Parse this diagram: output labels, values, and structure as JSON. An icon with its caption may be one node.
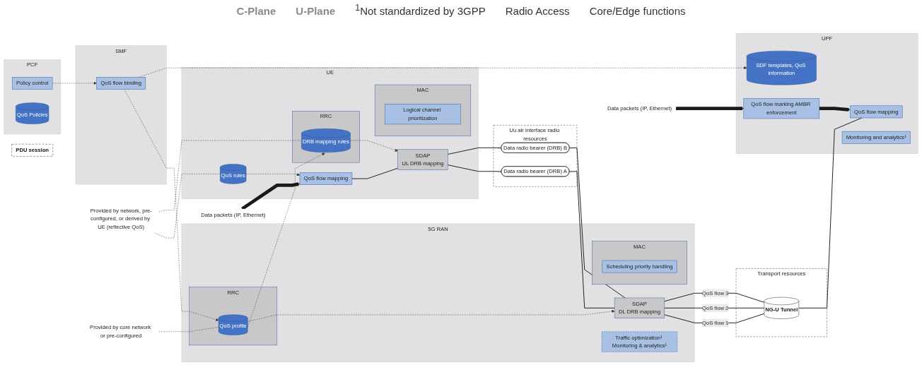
{
  "diagram": {
    "nodes": [
      {
        "text": [
          "Provided by network, pre-configured, or derived by UE (reflective QoS)"
        ]
      },
      {
        "text": [
          "UE"
        ]
      },
      {
        "text": [
          "QoS rules"
        ],
        "in": 1
      },
      {
        "text": [
          "RRC"
        ],
        "in": 1
      },
      {
        "text": [
          "DRB mapping rules"
        ],
        "in": 3
      },
      {
        "text": [
          "QoS flow mapping"
        ],
        "in": 1
      },
      {
        "text": [
          "SDAP",
          "UL DRB mapping"
        ],
        "in": 1
      },
      {
        "text": [
          "MAC"
        ],
        "in": 1
      },
      {
        "text": [
          "Logical channel prioritization"
        ],
        "in": 7
      },
      {
        "text": [
          "Provided by core network or pre-configured"
        ]
      },
      {
        "text": [
          "5G RAN"
        ]
      },
      {
        "text": [
          "RRC"
        ],
        "in": 10
      },
      {
        "text": [
          "QoS profile"
        ],
        "in": 11
      },
      {
        "text": [
          "MAC"
        ],
        "in": 10
      },
      {
        "text": [
          "Scheduling priority handling"
        ],
        "in": 13
      },
      {
        "text": [
          "SDAP",
          "DL DRB mapping"
        ],
        "in": 10
      },
      {
        "text": [
          "Traffic optimization¹ Monitoring & analytics¹"
        ],
        "in": 10
      },
      {
        "text": [
          "SMF"
        ]
      },
      {
        "text": [
          "QoS flow binding"
        ],
        "in": 17
      },
      {
        "text": [
          "PCF"
        ]
      },
      {
        "text": [
          "Policy control"
        ],
        "in": 19
      },
      {
        "text": [
          "QoS Policies"
        ],
        "in": 19
      },
      {
        "text": [
          "UPF"
        ]
      },
      {
        "text": [
          "SDF templates, QoS information"
        ],
        "in": 22
      },
      {
        "text": [
          "QoS flow mapping"
        ],
        "in": 22
      },
      {
        "text": [
          "QoS flow marking AMBR enforcement"
        ],
        "in": 22
      },
      {
        "text": [
          "Monitoring and analytics¹"
        ],
        "in": 22
      },
      {
        "text": [
          "Uu air interface radio resources"
        ]
      },
      {
        "text": [
          "Data radio bearer (DRB) A"
        ],
        "in": 27
      },
      {
        "text": [
          "Data radio bearer (DRB) B"
        ],
        "in": 27
      },
      {
        "text": [
          "Transport resources"
        ]
      },
      {
        "text": [
          "NG-U Tunnel"
        ],
        "in": 30
      },
      {
        "text": [
          "PDU session"
        ]
      },
      {
        "text": [
          "Data packets (IP, Ethernet)"
        ]
      },
      {
        "text": [
          "Data packets (IP, Ethernet)"
        ]
      }
    ],
    "edges": [
      {
        "from": 0,
        "to": 2,
        "arrow": "none",
        "style": "dashed"
      },
      {
        "from": 0,
        "to": 4,
        "arrow": "none",
        "style": "dashed"
      },
      {
        "from": 2,
        "to": 5,
        "arrow": "to",
        "style": "dashed"
      },
      {
        "from": 4,
        "to": 6,
        "arrow": "to",
        "style": "dashed"
      },
      {
        "from": 12,
        "to": 4,
        "arrow": "to",
        "style": "dashed"
      },
      {
        "from": 9,
        "to": 12,
        "arrow": "none",
        "style": "dashed"
      },
      {
        "from": 12,
        "to": 15,
        "arrow": "to",
        "style": "dashed"
      },
      {
        "from": 18,
        "to": 12,
        "arrow": "to",
        "style": "dashed"
      },
      {
        "from": 20,
        "to": 18,
        "arrow": "to",
        "style": "dashed"
      },
      {
        "from": 18,
        "to": 23,
        "arrow": "to",
        "style": "dashed"
      },
      {
        "from": 33,
        "to": 5,
        "arrow": "to",
        "style": "thick"
      },
      {
        "from": 5,
        "to": 6,
        "arrow": "none"
      },
      {
        "from": 6,
        "to": 28,
        "arrow": "none"
      },
      {
        "from": 6,
        "to": 29,
        "arrow": "none"
      },
      {
        "from": 28,
        "to": 15,
        "arrow": "none"
      },
      {
        "from": 29,
        "to": 15,
        "arrow": "none"
      },
      {
        "from": 15,
        "to": 31,
        "label": "QoS flow 1",
        "arrow": "none"
      },
      {
        "from": 15,
        "to": 31,
        "label": "QoS flow 2",
        "arrow": "none"
      },
      {
        "from": 15,
        "to": 31,
        "label": "QoS flow 3",
        "arrow": "none"
      },
      {
        "from": 31,
        "to": 24,
        "arrow": "none"
      },
      {
        "from": 34,
        "to": 25,
        "arrow": "to",
        "style": "thick"
      },
      {
        "from": 25,
        "to": 24,
        "arrow": "to",
        "style": "thick"
      }
    ],
    "labels": [
      "C-Plane",
      "U-Plane",
      "$^{1}$Not standardized by 3GPP",
      "Radio Access",
      "Core/Edge functions"
    ]
  }
}
